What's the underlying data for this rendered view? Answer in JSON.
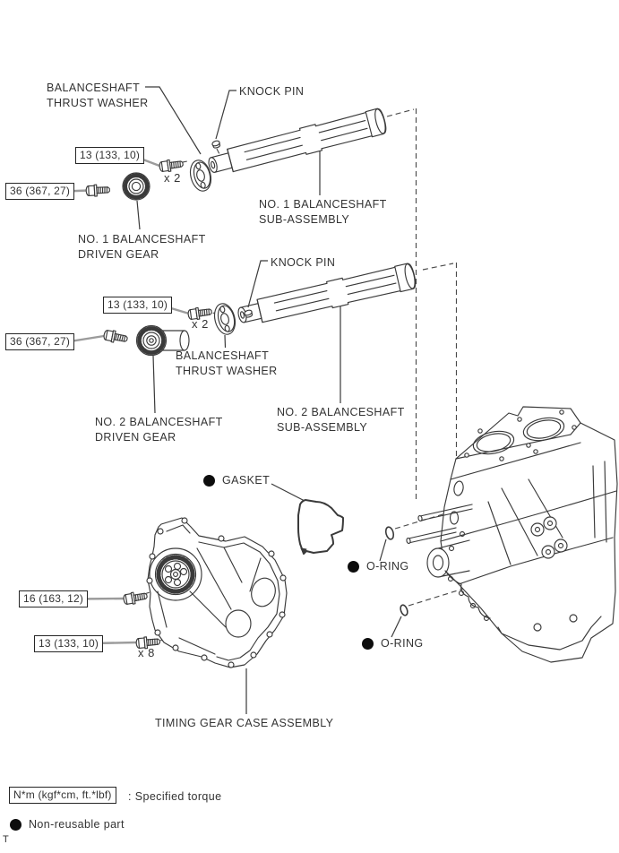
{
  "page": {
    "background": "#ffffff",
    "corner_mark": "T"
  },
  "colors": {
    "line": "#3a3a3a",
    "leader_gray": "#9b9b9b",
    "text": "#333333",
    "bullet": "#0d0d0d"
  },
  "parts": {
    "balanceshaft_thrust_washer_1": "BALANCESHAFT\nTHRUST WASHER",
    "knock_pin_1": "KNOCK PIN",
    "no1_driven_gear": "NO. 1 BALANCESHAFT\nDRIVEN GEAR",
    "no1_sub_assembly": "NO. 1 BALANCESHAFT\nSUB-ASSEMBLY",
    "knock_pin_2": "KNOCK PIN",
    "balanceshaft_thrust_washer_2": "BALANCESHAFT\nTHRUST WASHER",
    "no2_driven_gear": "NO. 2 BALANCESHAFT\nDRIVEN GEAR",
    "no2_sub_assembly": "NO. 2 BALANCESHAFT\nSUB-ASSEMBLY",
    "gasket": "GASKET",
    "o_ring_upper": "O-RING",
    "o_ring_lower": "O-RING",
    "timing_gear_case": "TIMING GEAR CASE ASSEMBLY"
  },
  "torques": {
    "no1_thrust_washer_bolts": "13 (133, 10)",
    "no1_gear_bolt": "36 (367, 27)",
    "no2_thrust_washer_bolts": "13 (133, 10)",
    "no2_gear_bolt": "36 (367, 27)",
    "case_bolt_16": "16 (163, 12)",
    "case_bolt_13": "13 (133, 10)"
  },
  "quantities": {
    "no1_thrust_washer_bolts": "x 2",
    "no2_thrust_washer_bolts": "x 2",
    "case_bolts": "x 8"
  },
  "legend": {
    "torque_unit": "N*m (kgf*cm, ft.*lbf)",
    "torque_meaning": ": Specified torque",
    "non_reusable": "Non-reusable part"
  }
}
